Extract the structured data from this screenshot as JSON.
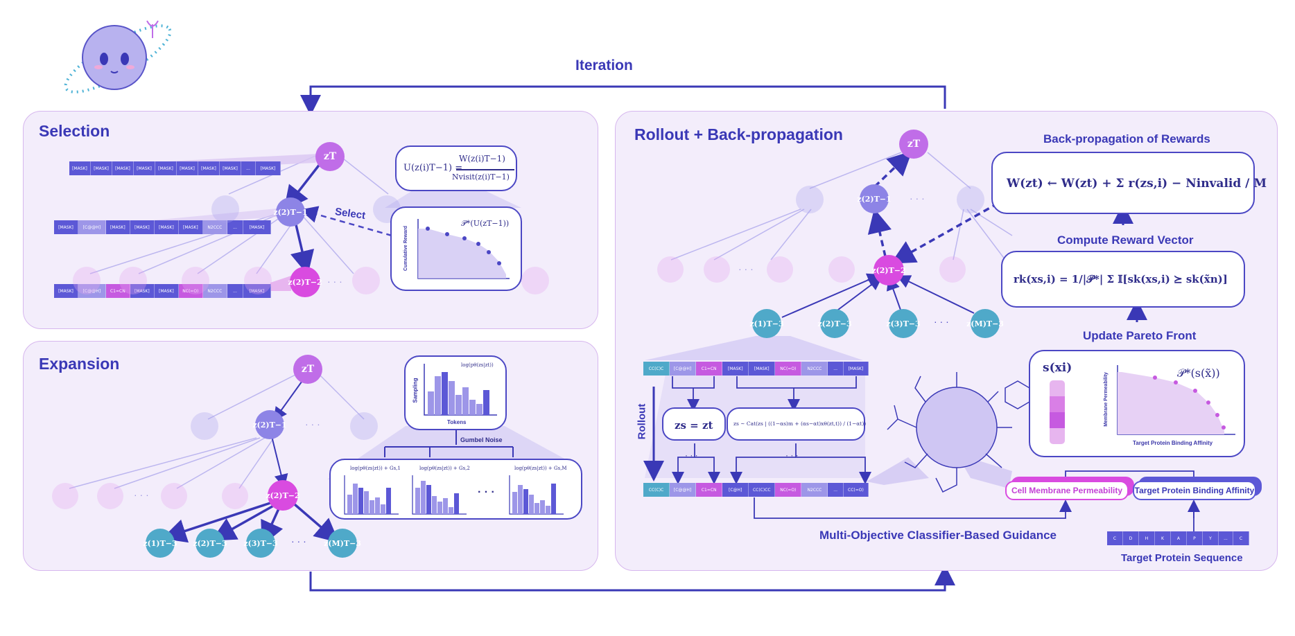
{
  "header": {
    "iteration_label": "Iteration"
  },
  "selection": {
    "title": "Selection",
    "select_label": "Select",
    "ucb_formula_lhs": "U(z(i)T−1) =",
    "ucb_formula_num": "W(z(i)T−1)",
    "ucb_formula_den": "Nvisit(z(i)T−1)",
    "pareto_label": "𝒫*(U(zT−1))",
    "plot_ylabel": "Cumulative Reward",
    "token_rows": [
      [
        "[MASK]",
        "[MASK]",
        "[MASK]",
        "[MASK]",
        "[MASK]",
        "[MASK]",
        "[MASK]",
        "[MASK]",
        "...",
        "[MASK]"
      ],
      [
        "[MASK]",
        "[C@@H]",
        "[MASK]",
        "[MASK]",
        "[MASK]",
        "[MASK]",
        "N2CCC",
        "...",
        "[MASK]"
      ],
      [
        "[MASK]",
        "[C@@H]",
        "C1=CN",
        "[MASK]",
        "[MASK]",
        "NC(=O)",
        "N2CCC",
        "...",
        "[MASK]"
      ]
    ]
  },
  "expansion": {
    "title": "Expansion",
    "sampling_ylabel": "Sampling",
    "tokens_xlabel": "Tokens",
    "logp_label": "log(pθ(zs|zt))",
    "gumbel_label": "Gumbel Noise",
    "noise_labels": [
      "log(pθ(zs|zt)) + Gs,1",
      "log(pθ(zs|zt)) + Gs,2",
      "log(pθ(zs|zt)) + Gs,M"
    ],
    "ellipsis": "· · ·"
  },
  "rollout": {
    "title": "Rollout + Back-propagation",
    "rollout_label": "Rollout",
    "backprop_title": "Back-propagation of Rewards",
    "backprop_formula": "W(zt) ← W(zt) + Σ r(zs,i) − Ninvalid / M",
    "compute_reward_label": "Compute Reward Vector",
    "reward_formula": "rk(xs,i) = 1/|𝒫*| Σ 𝕀[sk(xs,i) ⪰ sk(x̃n)]",
    "update_pareto_label": "Update Pareto Front",
    "score_label": "s(xi)",
    "pareto_label": "𝒫*(s(x̃))",
    "pareto_ylabel": "Membrane Permeability",
    "pareto_xlabel": "Target Protein Binding Affinity",
    "zs_eq_zt": "zs = zt",
    "cat_formula": "zs ~ Cat(zs | ((1−αs)m + (αs−αt)xθ(zt,t)) / (1−αt))",
    "mid_ellipsis": "· · ·",
    "guidance_label": "Multi-Objective Classifier-Based Guidance",
    "classifier1": "Cell Membrane Permeability",
    "classifier2": "Target Protein Binding Affinity",
    "target_seq_label": "Target Protein Sequence",
    "target_seq_tokens": [
      "C",
      "D",
      "H",
      "K",
      "A",
      "P",
      "Y",
      "...",
      "C"
    ],
    "token_row_top": [
      "CC(C)C",
      "[C@@H]",
      "C1=CN",
      "[MASK]",
      "[MASK]",
      "NC(=O)",
      "N2CCC",
      "...",
      "[MASK]"
    ],
    "token_row_bottom": [
      "CC(C)C",
      "[C@@H]",
      "C1=CN",
      "[C@H]",
      "CC(C)CC",
      "NC(=O)",
      "N2CCC",
      "...",
      "CC(=O)"
    ],
    "nodes_children": [
      "z(1)T−3",
      "z(2)T−3",
      "z(3)T−3",
      "z(M)T−3"
    ],
    "dots": "· · ·"
  },
  "nodes": {
    "zT": "zT",
    "zT1_2": "z(2)T−1",
    "zT2_2": "z(2)T−2",
    "c1": "z(1)T−3",
    "c2": "z(2)T−3",
    "c3": "z(3)T−3",
    "cM": "z(M)T−3"
  },
  "colors": {
    "purple_node": "#c06de8",
    "magenta_node": "#d94be0",
    "mid_node": "#8d84e6",
    "teal_node": "#4fa9c9",
    "arrow": "#3a38b6"
  }
}
